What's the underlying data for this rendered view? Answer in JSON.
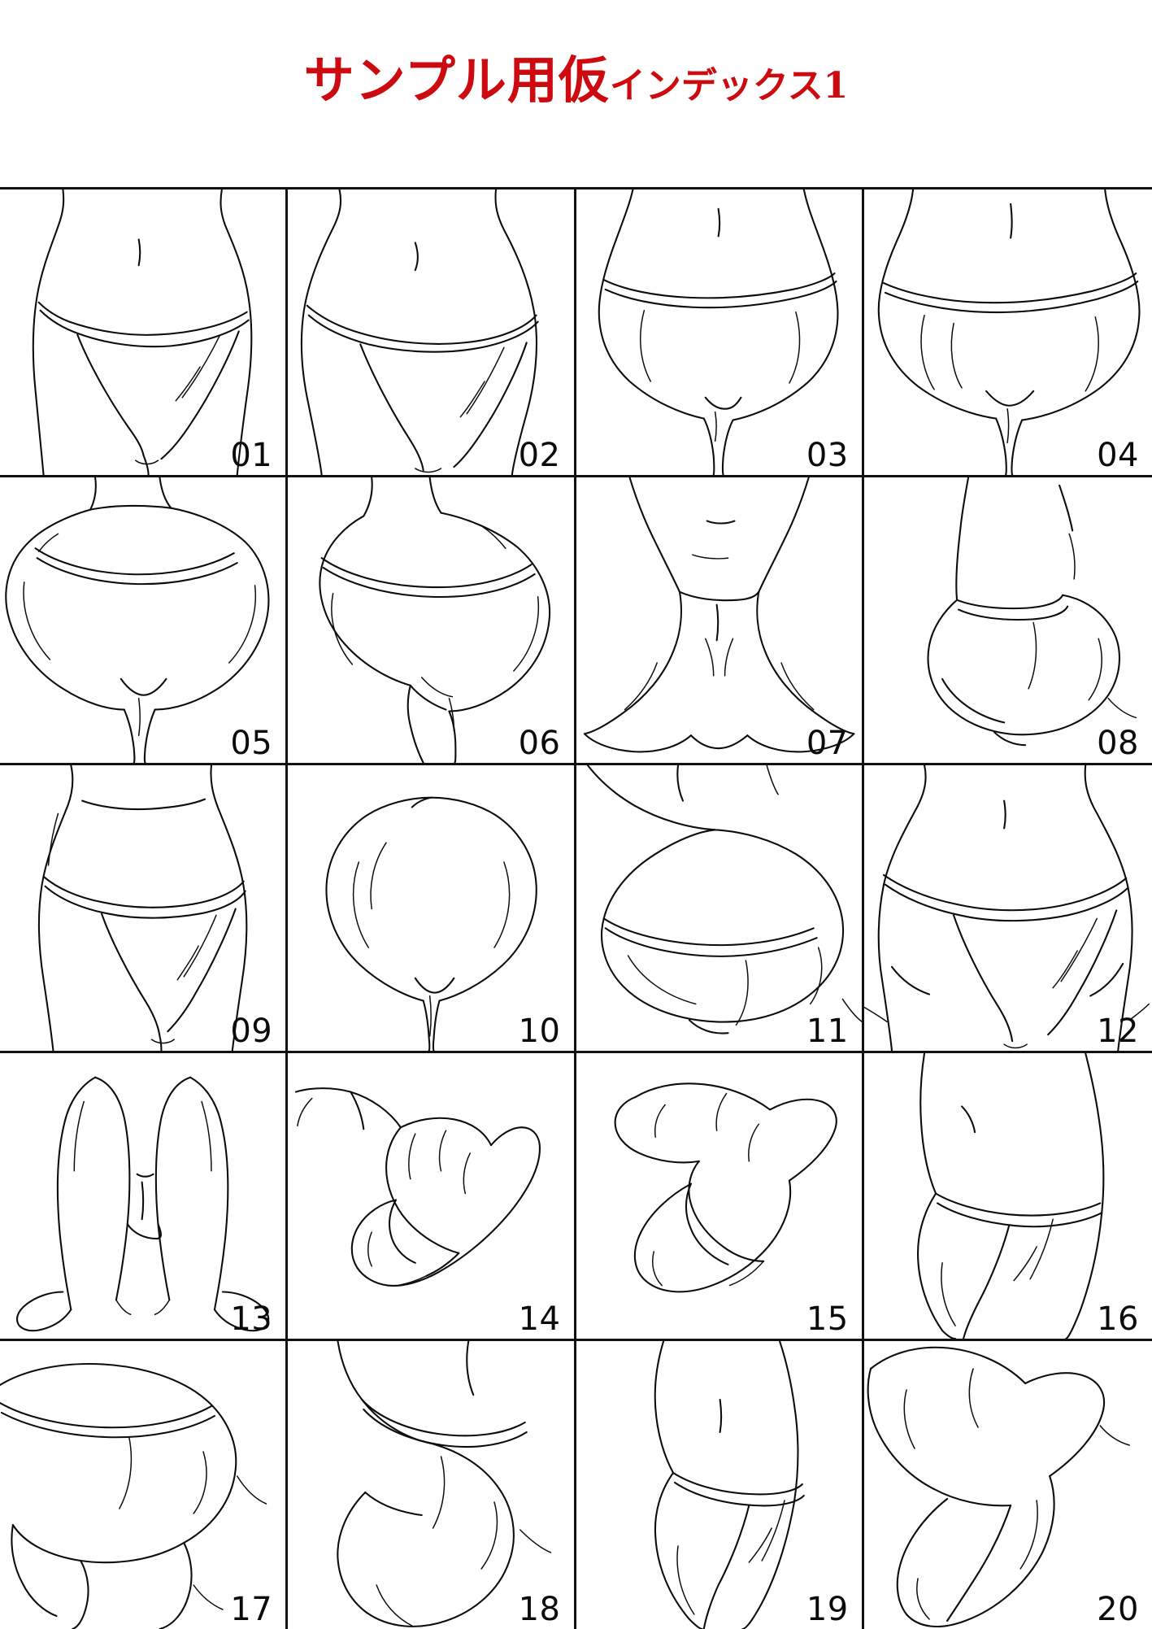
{
  "header": {
    "title_main": "サンプル用仮",
    "title_sub": "インデックス1",
    "title_full": "サンプル用仮インデックス1",
    "title_color": "#cc0a10"
  },
  "sheet": {
    "columns": 4,
    "rows": 5,
    "border_color": "#111111",
    "line_color": "#0d0d0d",
    "background": "#ffffff",
    "cells": [
      {
        "number": "01",
        "pose": "front-hips-low-rise-briefs"
      },
      {
        "number": "02",
        "pose": "front-hips-three-quarter-turn"
      },
      {
        "number": "03",
        "pose": "rear-buttocks-briefs-straight"
      },
      {
        "number": "04",
        "pose": "rear-buttocks-briefs-wide"
      },
      {
        "number": "05",
        "pose": "rear-buttocks-bent-over-close"
      },
      {
        "number": "06",
        "pose": "rear-three-quarter-hip-thigh"
      },
      {
        "number": "07",
        "pose": "front-legs-spread-seated"
      },
      {
        "number": "08",
        "pose": "rear-three-quarter-briefs"
      },
      {
        "number": "09",
        "pose": "front-hips-standing-briefs"
      },
      {
        "number": "10",
        "pose": "rear-buttocks-heart-shape"
      },
      {
        "number": "11",
        "pose": "rear-three-quarter-raised-hip"
      },
      {
        "number": "12",
        "pose": "front-hips-wide-stance"
      },
      {
        "number": "13",
        "pose": "front-legs-raised-knees-up"
      },
      {
        "number": "14",
        "pose": "side-legs-folded-reclining"
      },
      {
        "number": "15",
        "pose": "side-legs-crossed-reclining"
      },
      {
        "number": "16",
        "pose": "side-hip-profile-briefs"
      },
      {
        "number": "17",
        "pose": "side-buttock-profile-lying"
      },
      {
        "number": "18",
        "pose": "side-hip-thigh-profile"
      },
      {
        "number": "19",
        "pose": "side-torso-hip-profile"
      },
      {
        "number": "20",
        "pose": "side-buttock-thigh-close"
      }
    ]
  }
}
